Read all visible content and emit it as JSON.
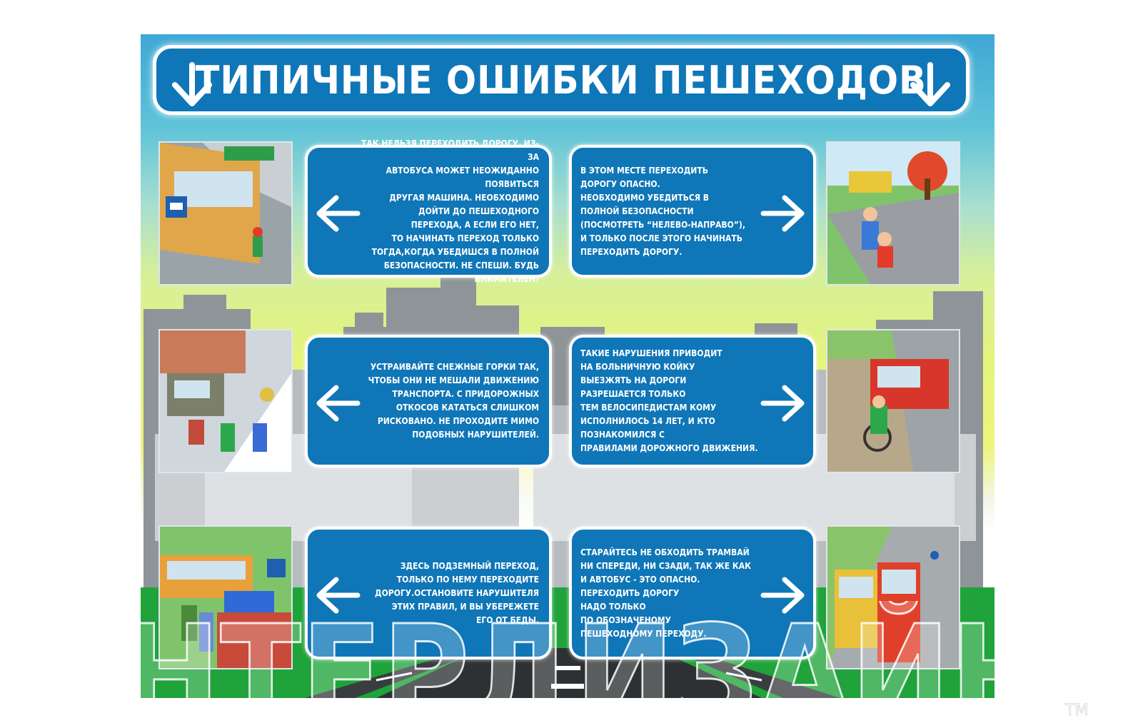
{
  "title": "ТИПИЧНЫЕ ОШИБКИ ПЕШЕХОДОВ",
  "panels": [
    {
      "text": "ТАК НЕЛЬЗЯ ПЕРЕХОДИТЬ ДОРОГУ. ИЗ-ЗА\nАВТОБУСА МОЖЕТ НЕОЖИДАННО ПОЯВИТЬСЯ\nДРУГАЯ МАШИНА. НЕОБХОДИМО\nДОЙТИ ДО ПЕШЕХОДНОГО\nПЕРЕХОДА, А ЕСЛИ ЕГО НЕТ,\nТО НАЧИНАТЬ ПЕРЕХОД ТОЛЬКО\nТОГДА,КОГДА УБЕДИШСЯ В ПОЛНОЙ\nБЕЗОПАСНОСТИ. НЕ СПЕШИ. БУДЬ ВНИМАТЕЛЕН!"
    },
    {
      "text": "В ЭТОМ МЕСТЕ ПЕРЕХОДИТЬ\nДОРОГУ ОПАСНО.\nНЕОБХОДИМО УБЕДИТЬСЯ В\nПОЛНОЙ БЕЗОПАСНОСТИ\n(ПОСМОТРЕТЬ “НЕЛЕВО-НАПРАВО”),\nИ ТОЛЬКО ПОСЛЕ ЭТОГО НАЧИНАТЬ\nПЕРЕХОДИТЬ ДОРОГУ."
    },
    {
      "text": "УСТРАИВАЙТЕ СНЕЖНЫЕ ГОРКИ ТАК,\nЧТОБЫ ОНИ НЕ МЕШАЛИ ДВИЖЕНИЮ\nТРАНСПОРТА. С ПРИДОРОЖНЫХ\nОТКОСОВ КАТАТЬСЯ СЛИШКОМ\nРИСКОВАНО. НЕ ПРОХОДИТЕ МИМО\nПОДОБНЫХ НАРУШИТЕЛЕЙ."
    },
    {
      "text": "ТАКИЕ НАРУШЕНИЯ ПРИВОДИТ\nНА БОЛЬНИЧНУЮ КОЙКУ\nВЫЕЗЖЯТЬ НА ДОРОГИ\nРАЗРЕШАЕТСЯ ТОЛЬКО\nТЕМ ВЕЛОСИПЕДИСТАМ КОМУ\nИСПОЛНИЛОСЬ 14 ЛЕТ, И КТО\nПОЗНАКОМИЛСЯ С\nПРАВИЛАМИ ДОРОЖНОГО ДВИЖЕНИЯ."
    },
    {
      "text": "ЗДЕСЬ ПОДЗЕМНЫЙ ПЕРЕХОД,\nТОЛЬКО ПО НЕМУ ПЕРЕХОДИТЕ\nДОРОГУ.ОСТАНОВИТЕ НАРУШИТЕЛЯ\nЭТИХ ПРАВИЛ, И ВЫ УБЕРЕЖЕТЕ\nЕГО ОТ БЕДЫ."
    },
    {
      "text": "СТАРАЙТЕСЬ НЕ ОБХОДИТЬ ТРАМВАЙ\nНИ СПЕРЕДИ, НИ СЗАДИ, ТАК ЖЕ КАК\nИ АВТОБУС - ЭТО ОПАСНО.\nПЕРЕХОДИТЬ ДОРОГУ\nНАДО ТОЛЬКО\nПО ОБОЗНАЧЕНОМУ\nПЕШЕХОДНОМУ ПЕРЕХОДУ."
    }
  ],
  "watermark": "ИНТЕРДИЗАЙН",
  "watermark_mark": "TM",
  "colors": {
    "sign_blue": "#0f76b8",
    "grass": "#1fa33a"
  }
}
